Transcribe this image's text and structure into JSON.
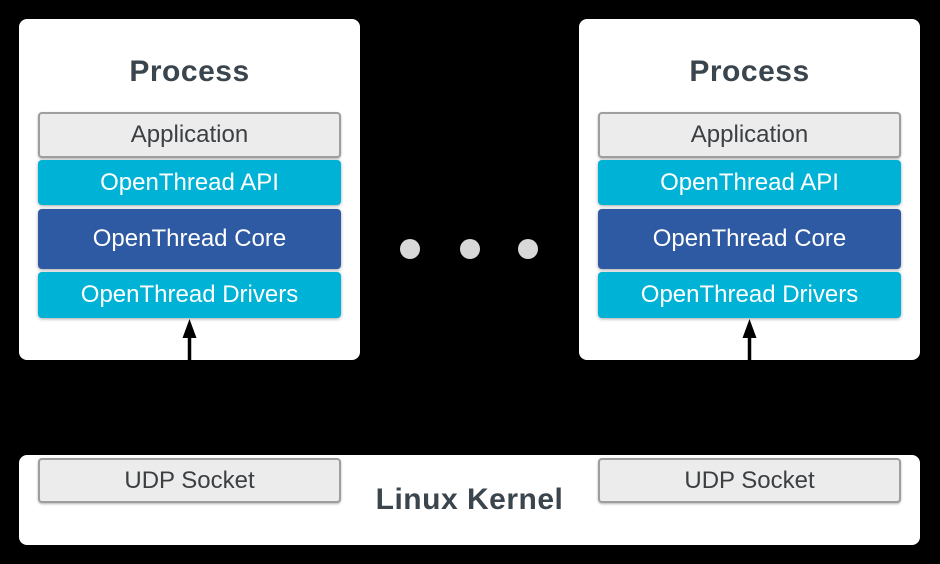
{
  "colors": {
    "bg": "#000000",
    "panel": "#ffffff",
    "cyan": "#00b2d6",
    "blue": "#2e59a3",
    "grayFill": "#ececec",
    "grayBorder": "#9e9e9e",
    "darkText": "#3b454d",
    "boxText": "#3c4043",
    "dotGray": "#d8d8d8",
    "arrow": "#000000"
  },
  "processes": [
    {
      "title": "Process",
      "layers": [
        {
          "label": "Application"
        },
        {
          "label": "OpenThread API"
        },
        {
          "label": "OpenThread Core"
        },
        {
          "label": "OpenThread Drivers"
        }
      ]
    },
    {
      "title": "Process",
      "layers": [
        {
          "label": "Application"
        },
        {
          "label": "OpenThread API"
        },
        {
          "label": "OpenThread Core"
        },
        {
          "label": "OpenThread Drivers"
        }
      ]
    }
  ],
  "kernel": {
    "title": "Linux Kernel",
    "sockets": [
      {
        "label": "UDP Socket"
      },
      {
        "label": "UDP Socket"
      }
    ]
  }
}
